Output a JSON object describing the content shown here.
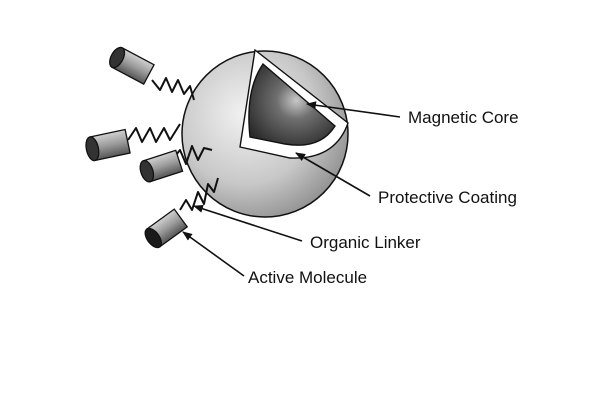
{
  "labels": {
    "core": "Magnetic Core",
    "coating": "Protective Coating",
    "linker": "Organic Linker",
    "molecule": "Active Molecule"
  },
  "colors": {
    "background": "#ffffff",
    "ink": "#111111",
    "shell_light": "#eeeeee",
    "shell_dark": "#8c8c8c",
    "core_light": "#b5b5b5",
    "core_dark": "#2c2c2c",
    "coating_layer": "#ffffff"
  }
}
